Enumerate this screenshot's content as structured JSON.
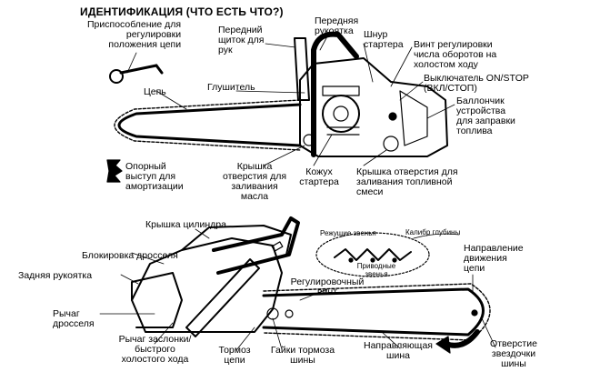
{
  "title": "ИДЕНТИФИКАЦИЯ (ЧТО ЕСТЬ ЧТО?)",
  "top_labels": {
    "adjust_tool": "Приспособление для\nрегулировки\nположения цепи",
    "front_guard": "Передний\nщиток для\nрук",
    "front_handle": "Передняя\nрукоятка",
    "starter_cord": "Шнур\nстартера",
    "idle_screw": "Винт регулировки\nчисла оборотов на\nхолостом ходу",
    "on_stop_switch": "Выключатель ON/STOP\n(ВКЛ/СТОП)",
    "muffler": "Глушитель",
    "chain": "Цепь",
    "fuel_primer": "Баллончик\nустройства\nдля заправки\nтоплива",
    "bumper_spike": "Опорный\nвыступ для\nамортизации",
    "oil_cap": "Крышка\nотверстия для\nзаливания\nмасла",
    "starter_cover": "Кожух\nстартера",
    "fuel_cap": "Крышка отверстия для\nзаливания топливной\nсмеси"
  },
  "bottom_labels": {
    "cylinder_cover": "Крышка цилиндра",
    "throttle_lock": "Блокировка дросселя",
    "rear_handle": "Задняя рукоятка",
    "throttle_trigger": "Рычаг\nдросселя",
    "choke_lever": "Рычаг заслонки/\nбыстрого\nхолостого хода",
    "chain_brake": "Тормоз\nцепи",
    "brake_nuts": "Гайки тормоза\nшины",
    "tension_screw": "Регулировочный\nвинт",
    "guide_bar": "Направляющая\nшина",
    "drive_direction": "Направление\nдвижения\nцепи",
    "sprocket_hole": "Отверстие\nзвездочки\nшины"
  },
  "chain_detail": {
    "cutters": "Режущие звенья",
    "depth_gauge": "Калибр глубины",
    "drive_links": "Приводные\nзвенья"
  },
  "colors": {
    "ink": "#000000",
    "paper": "#ffffff"
  }
}
